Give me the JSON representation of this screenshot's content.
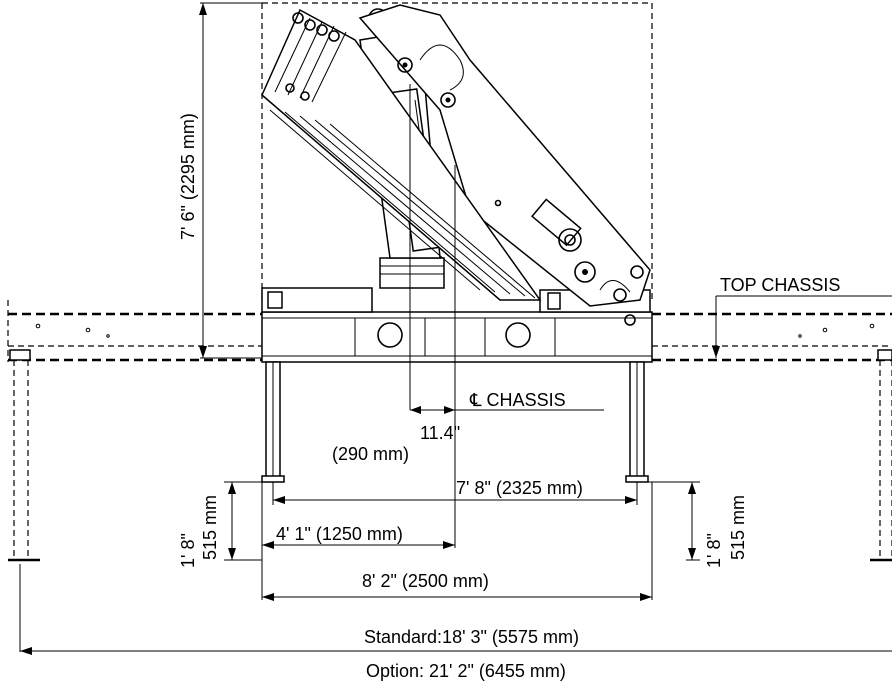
{
  "labels": {
    "height": "7' 6\" (2295 mm)",
    "top_chassis": "TOP CHASSIS",
    "chassis_centerline": "℄ CHASSIS",
    "offset_in": "11.4\"",
    "offset_mm": "(290 mm)",
    "outrigger_inner": "7' 8\" (2325 mm)",
    "left_leg_in": "1' 8\"",
    "left_leg_mm": "515 mm",
    "right_leg_in": "1' 8\"",
    "right_leg_mm": "515 mm",
    "half_width": "4' 1\" (1250 mm)",
    "base_width": "8' 2\" (2500 mm)",
    "standard_span": "Standard:18' 3\" (5575 mm)",
    "option_span": "Option: 21' 2\" (6455 mm)"
  }
}
